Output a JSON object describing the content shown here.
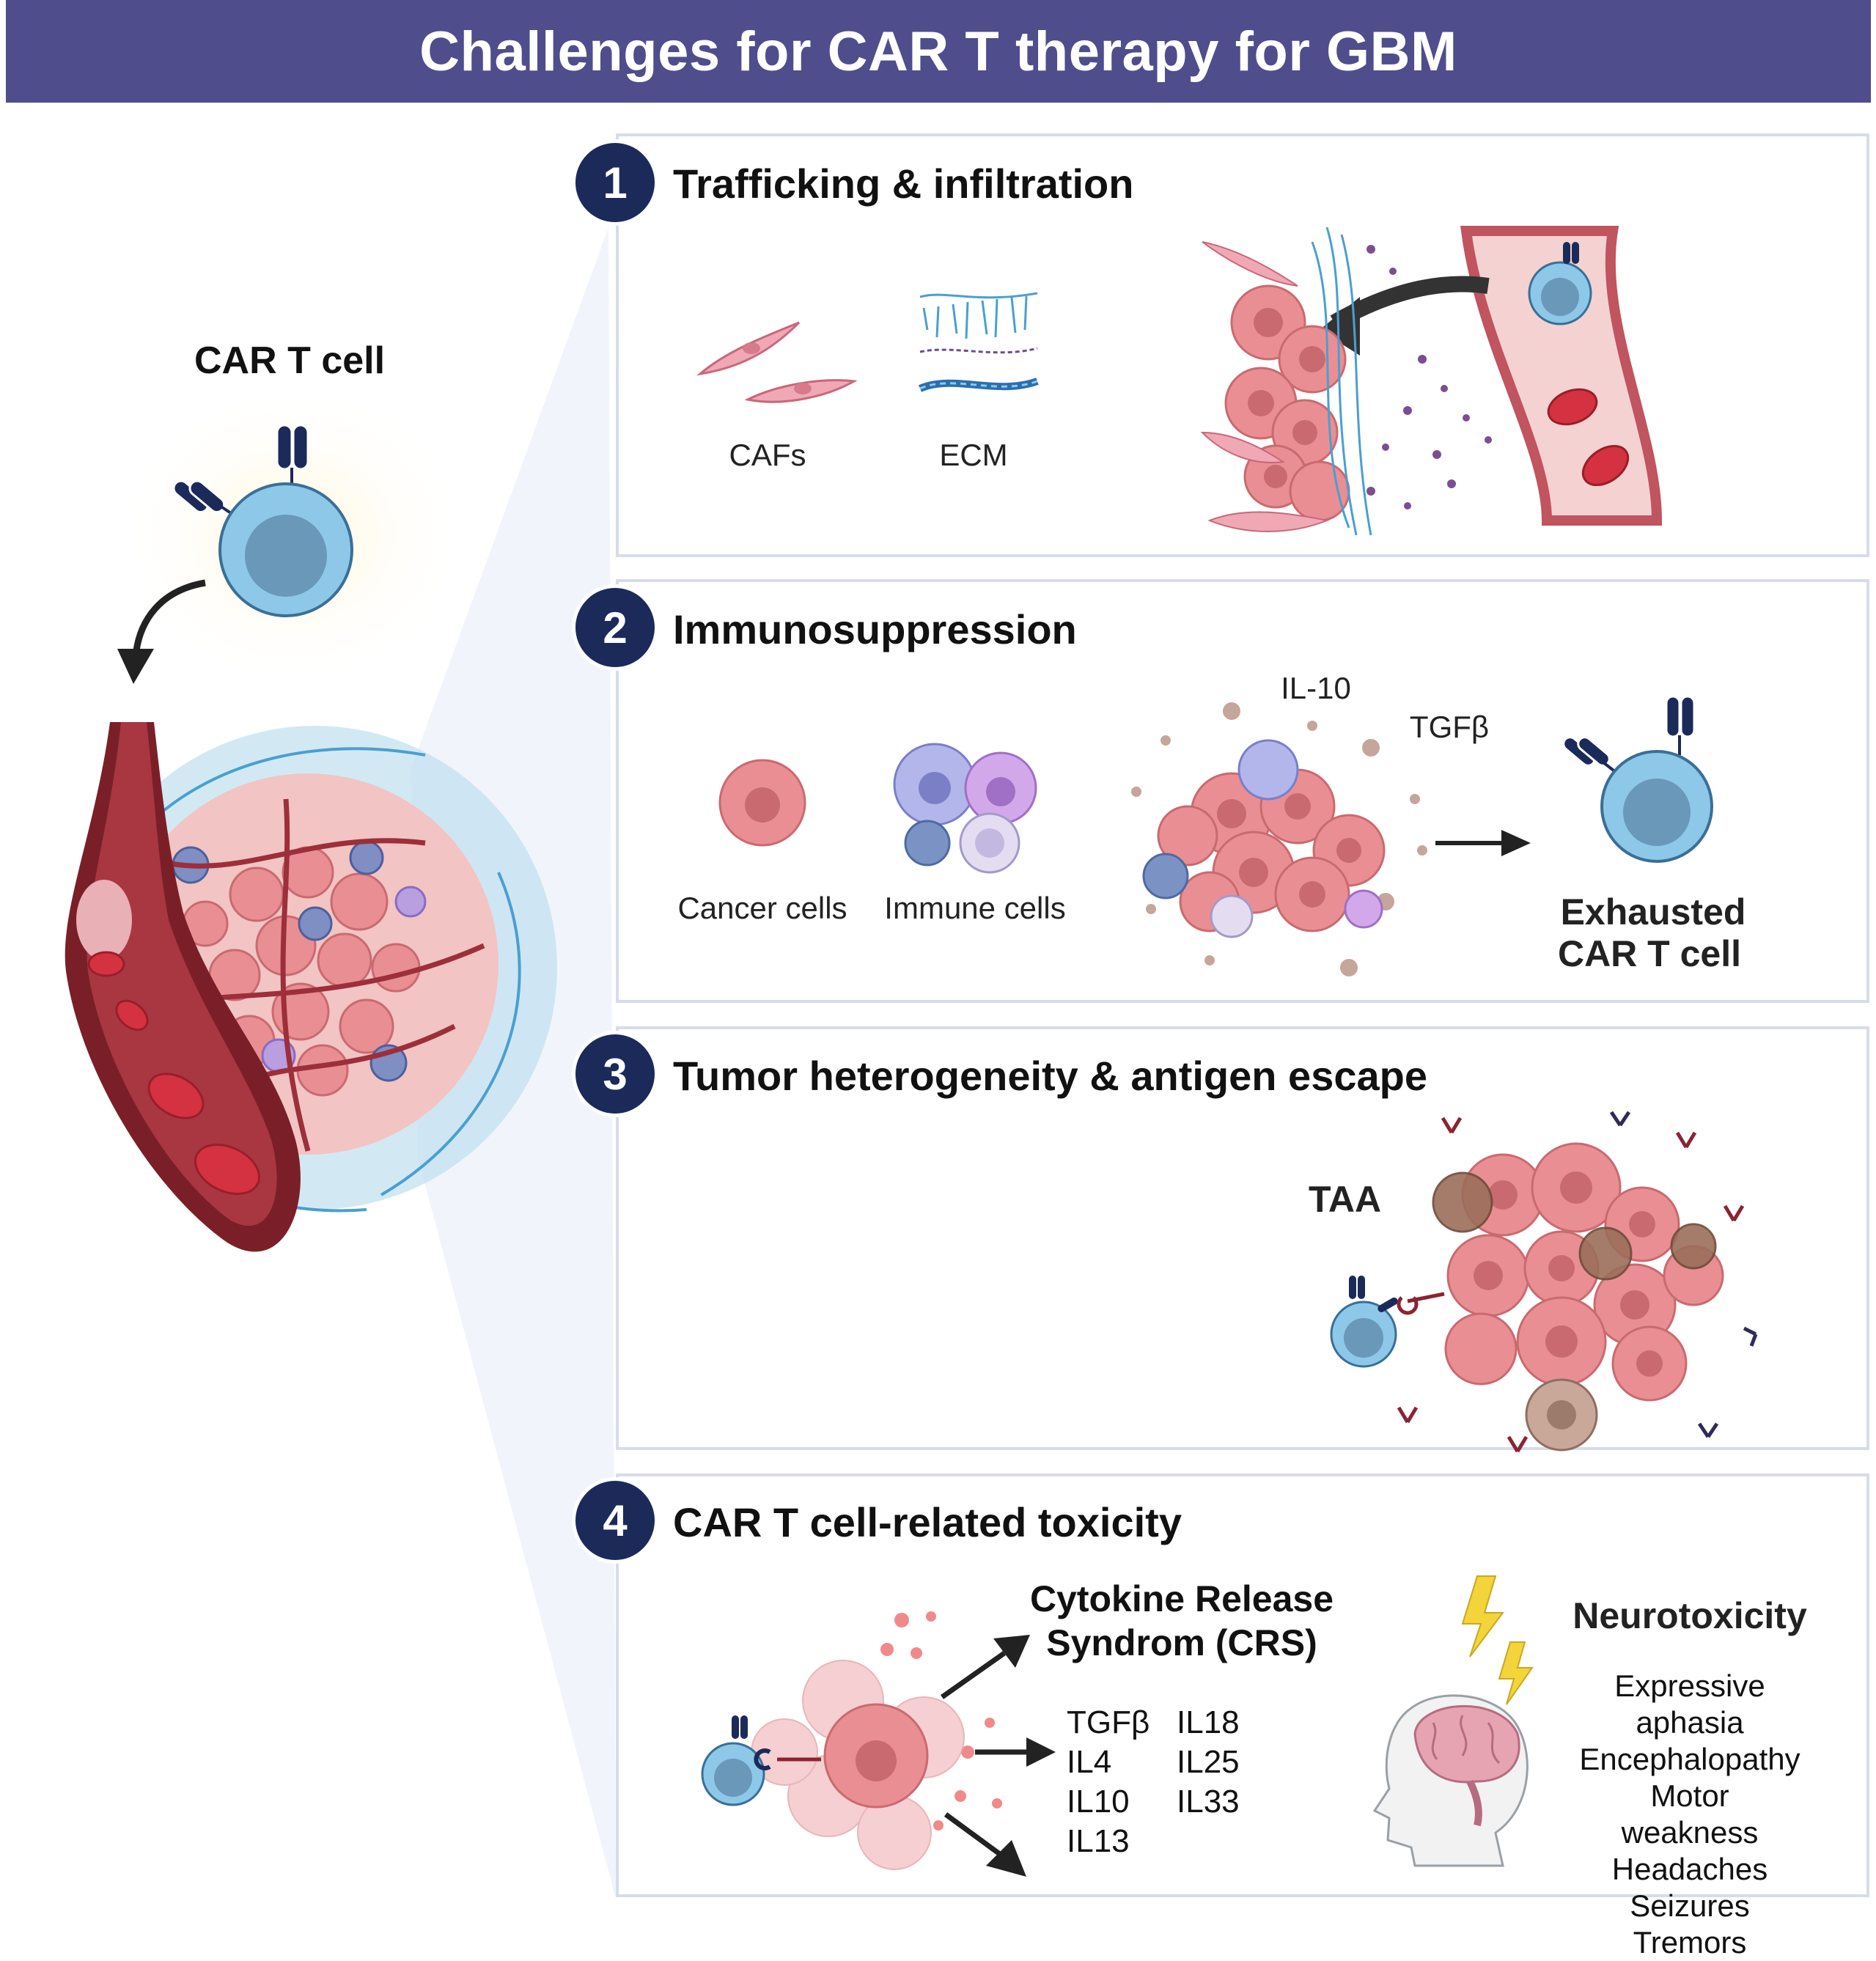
{
  "title": "Challenges for CAR T therapy for GBM",
  "car_t_label": "CAR T cell",
  "panels": [
    {
      "number": "1",
      "title": "Trafficking & infiltration",
      "labels": {
        "cafs": "CAFs",
        "ecm": "ECM"
      }
    },
    {
      "number": "2",
      "title": "Immunosuppression",
      "labels": {
        "cancer": "Cancer cells",
        "immune": "Immune cells",
        "il10": "IL-10",
        "tgfb": "TGFβ",
        "exhausted_1": "Exhausted",
        "exhausted_2": "CAR T cell"
      }
    },
    {
      "number": "3",
      "title": "Tumor heterogeneity & antigen escape",
      "labels": {
        "taa": "TAA"
      }
    },
    {
      "number": "4",
      "title": "CAR T cell-related toxicity",
      "crs_title_1": "Cytokine Release",
      "crs_title_2": "Syndrom (CRS)",
      "cytokines_col1": [
        "TGFβ",
        "IL4",
        "IL10",
        "IL13"
      ],
      "cytokines_col2": [
        "IL18",
        "IL25",
        "IL33"
      ],
      "neuro_title": "Neurotoxicity",
      "neuro_items": [
        "Expressive aphasia",
        "Encephalopathy",
        "Motor weakness",
        "Headaches",
        "Seizures",
        "Tremors"
      ]
    }
  ],
  "colors": {
    "banner": "#4f4d8b",
    "badge": "#1c2a5a",
    "panel_border": "#d6dde8",
    "tcell": "#8ec8e8",
    "cancer": "#e98f93",
    "vessel": "#9c2f3a",
    "rbc": "#c8303e",
    "ecm": "#4a9fd0"
  },
  "icons": [
    "tcell-icon",
    "tumor-icon",
    "blood-vessel-icon",
    "caf-icon",
    "ecm-icon",
    "rbc-icon",
    "cytokine-dot-icon",
    "lightning-icon",
    "head-brain-icon",
    "arrow-icon",
    "antigen-receptor-icon"
  ]
}
